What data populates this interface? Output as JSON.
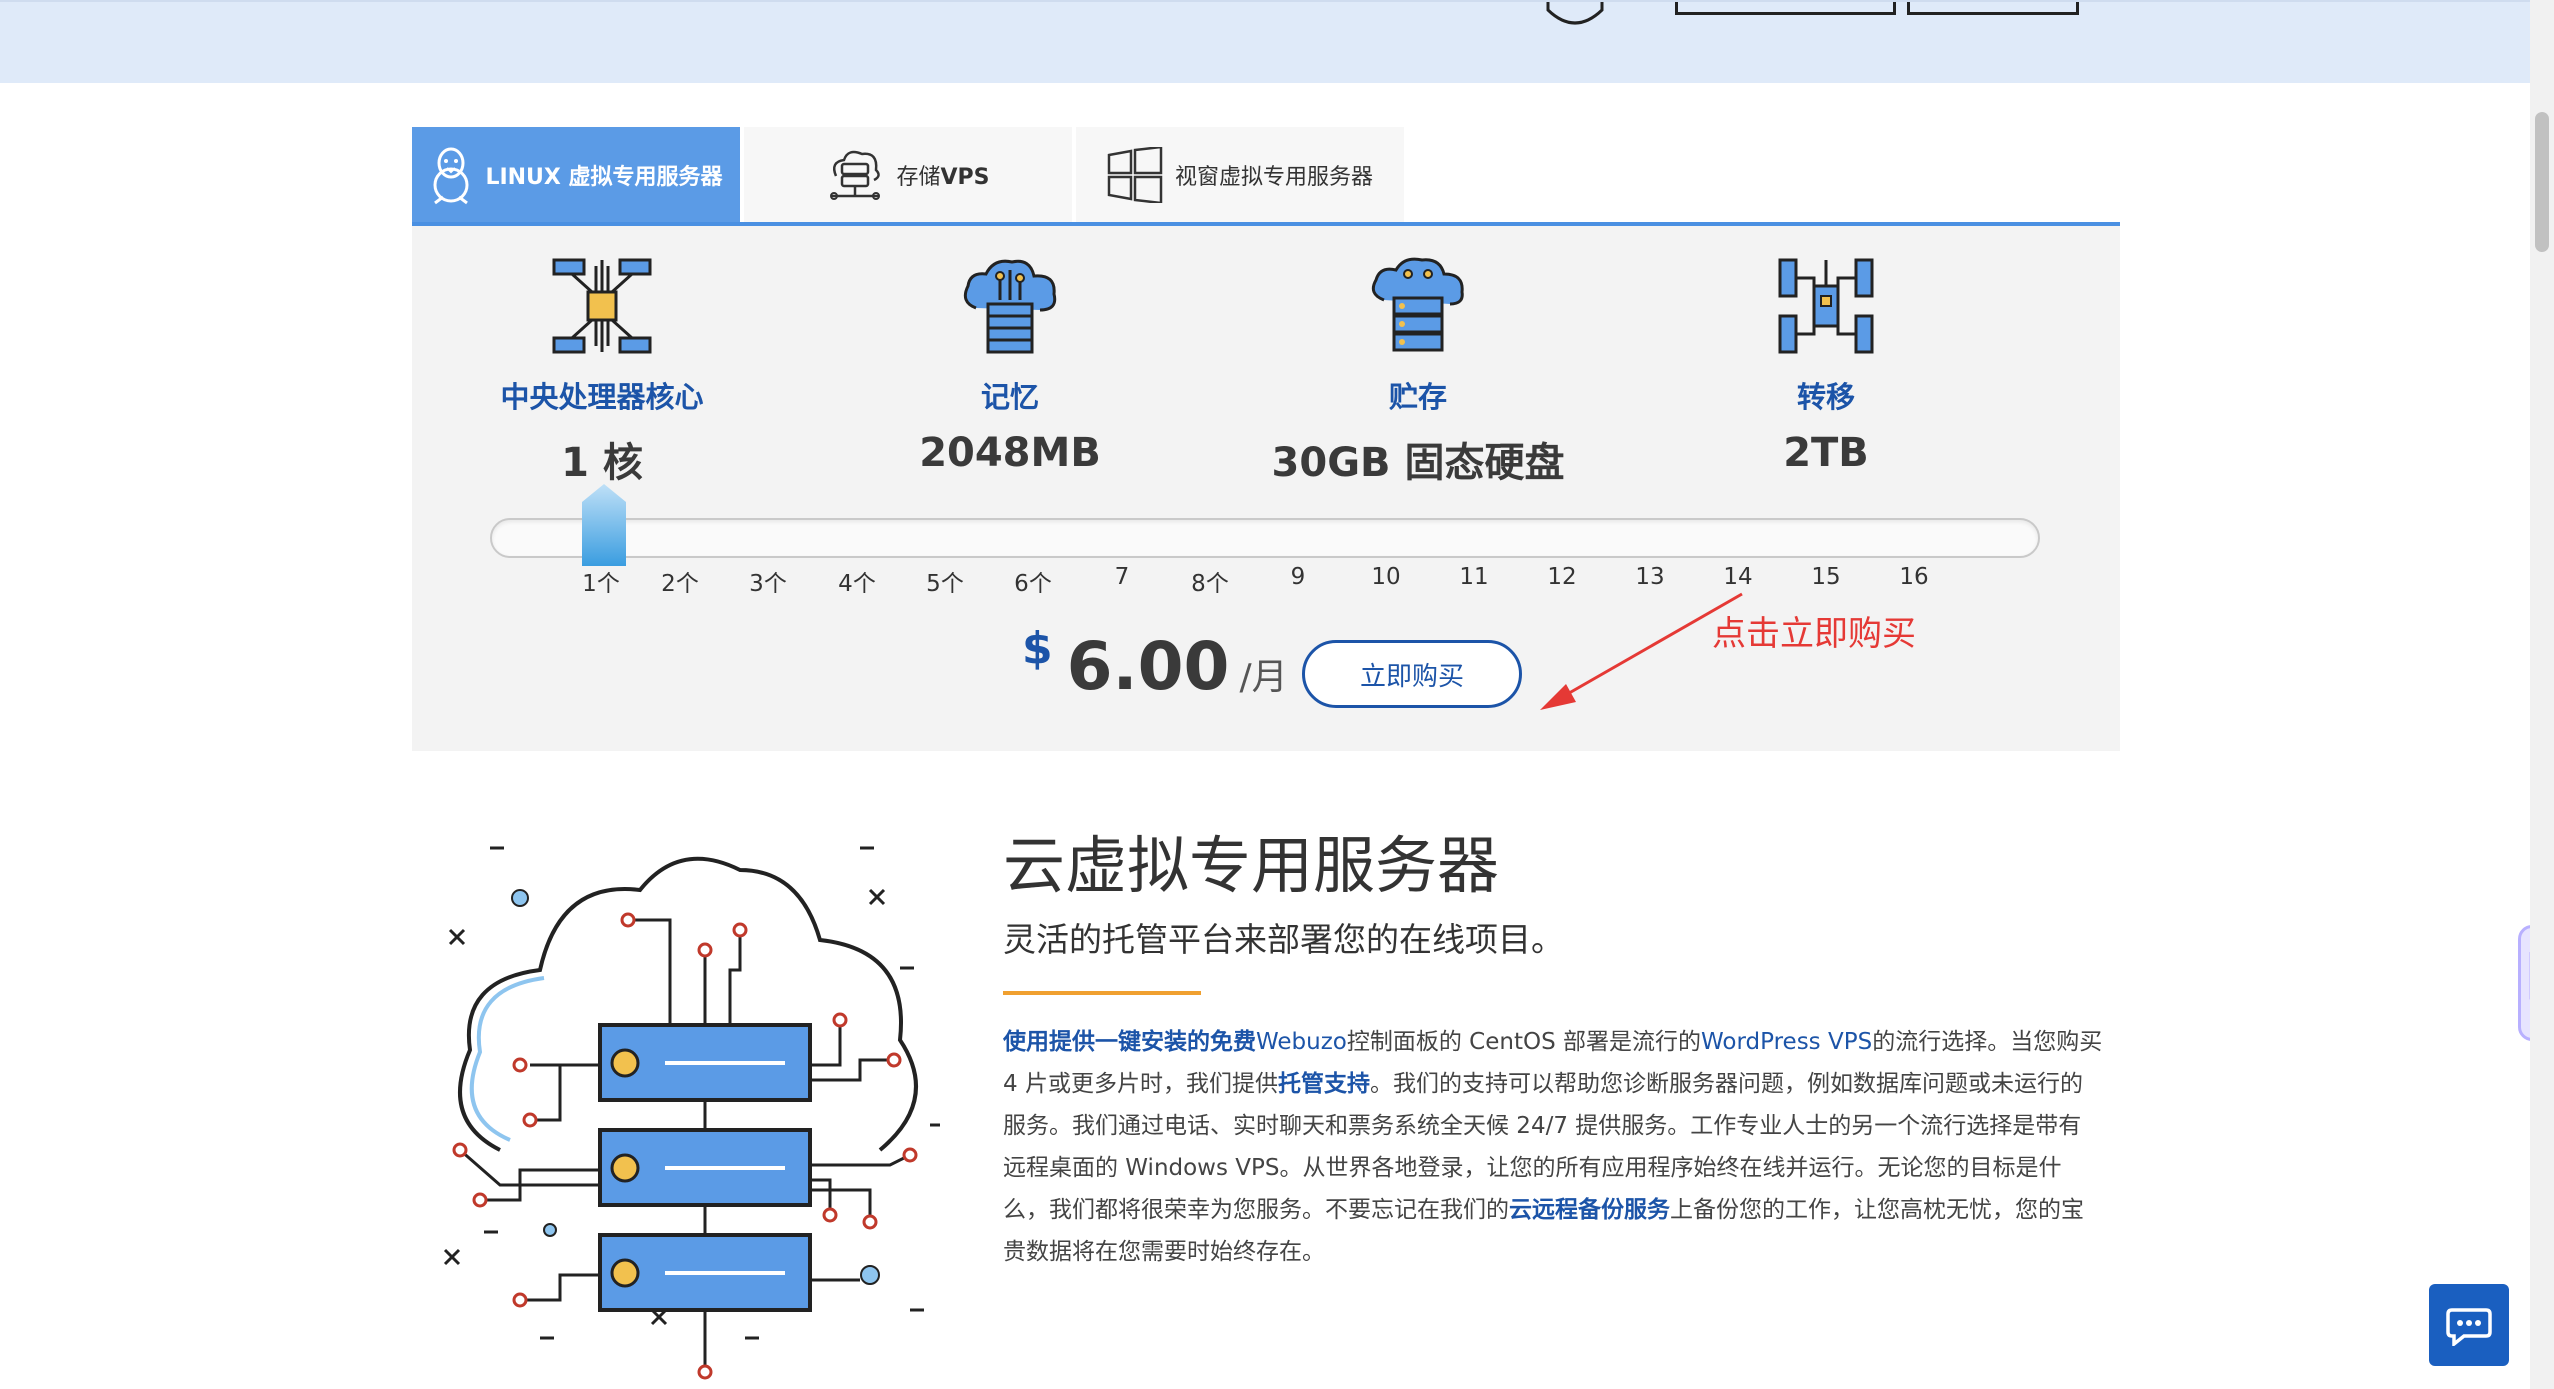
{
  "tabs": [
    {
      "label": "LINUX 虚拟专用服务器",
      "icon": "penguin-icon",
      "active": true
    },
    {
      "label_prefix": "存储",
      "label_suffix": "VPS",
      "icon": "storage-cloud-icon",
      "active": false
    },
    {
      "label": "视窗虚拟专用服务器",
      "icon": "windows-icon",
      "active": false
    }
  ],
  "specs": [
    {
      "label": "中央处理器核心",
      "value": "1 核",
      "icon": "cpu-icon"
    },
    {
      "label": "记忆",
      "value": "2048MB",
      "icon": "memory-cloud-icon"
    },
    {
      "label": "贮存",
      "value": "30GB 固态硬盘",
      "icon": "storage-server-icon"
    },
    {
      "label": "转移",
      "value": "2TB",
      "icon": "transfer-network-icon"
    }
  ],
  "slider": {
    "ticks": [
      "1个",
      "2个",
      "3个",
      "4个",
      "5个",
      "6个",
      "7",
      "8个",
      "9",
      "10",
      "11",
      "12",
      "13",
      "14",
      "15",
      "16"
    ],
    "selected_index": 0
  },
  "price": {
    "currency": "$",
    "amount": "6.00",
    "period": "/月"
  },
  "buy_button": "立即购买",
  "annotation": "点击立即购买",
  "section": {
    "title": "云虚拟专用服务器",
    "subtitle": "灵活的托管平台来部署您的在线项目。",
    "p": {
      "s1": "使用提供一键安装的免费",
      "s2": "Webuzo",
      "s3": "控制面板的 CentOS 部署是流行的",
      "s4": "WordPress VPS",
      "s5": "的流行选择。当您购买 4 片或更多片时，我们提供",
      "s6": "托管支持",
      "s7": "。我们的支持可以帮助您诊断服务器问题，例如数据库问题或未运行的服务。我们通过电话、实时聊天和票务系统全天候 24/7 提供服务。工作专业人士的另一个流行选择是带有远程桌面的 Windows VPS。从世界各地登录，让您的所有应用程序始终在线并运行。无论您的目标是什么，我们都将很荣幸为您服务。不要忘记在我们的",
      "s8": "云远程备份服务",
      "s9": "上备份您的工作，让您高枕无忧，您的宝贵数据将在您需要时始终存在。"
    }
  },
  "colors": {
    "accent": "#1c54a8",
    "tab_active": "#5b9be6",
    "annotation": "#e53935",
    "divider": "#f0a030"
  }
}
